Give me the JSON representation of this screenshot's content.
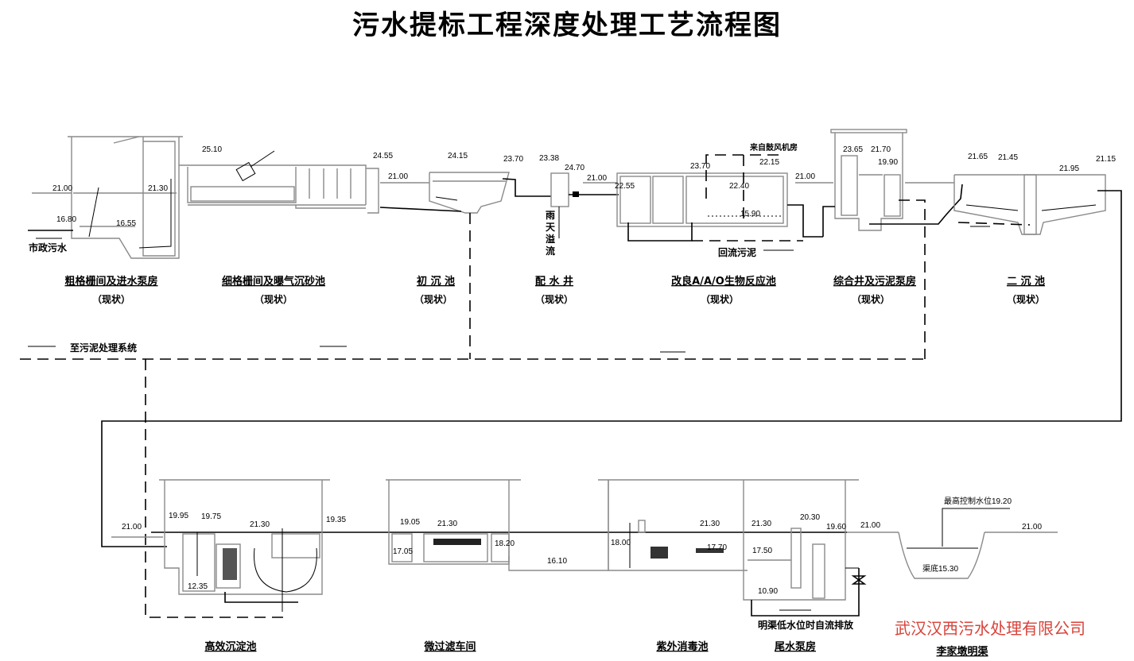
{
  "title": "污水提标工程深度处理工艺流程图",
  "top_units": [
    {
      "name": "粗格栅间及进水泵房",
      "status": "（现状）"
    },
    {
      "name": "细格栅间及曝气沉砂池",
      "status": "（现状）"
    },
    {
      "name": "初 沉 池",
      "status": "（现状）"
    },
    {
      "name": "配 水 井",
      "status": "（现状）"
    },
    {
      "name": "改良A/A/O生物反应池",
      "status": "（现状）"
    },
    {
      "name": "综合井及污泥泵房",
      "status": "（现状）"
    },
    {
      "name": "二 沉 池",
      "status": "（现状）"
    }
  ],
  "bottom_units": [
    {
      "name": "高效沉淀池"
    },
    {
      "name": "微过滤车间"
    },
    {
      "name": "紫外消毒池"
    },
    {
      "name": "尾水泵房"
    },
    {
      "name": "李家墩明渠"
    }
  ],
  "labels": {
    "municipal_sewage": "市政污水",
    "rain_overflow": [
      "雨",
      "天",
      "溢",
      "流"
    ],
    "from_blower": "来自鼓风机房",
    "return_sludge": "回流污泥",
    "to_sludge": "至污泥处理系统",
    "gravity_discharge": "明渠低水位时自流排放"
  },
  "elevations": [
    "21.00",
    "16.80",
    "21.30",
    "16.55",
    "25.10",
    "24.55",
    "21.00",
    "24.15",
    "23.70",
    "23.38",
    "24.70",
    "21.00",
    "23.70",
    "22.55",
    "22.40",
    "15.90",
    "22.15",
    "21.00",
    "23.65",
    "21.70",
    "19.90",
    "21.65",
    "21.45",
    "21.95",
    "21.15",
    "21.00",
    "19.95",
    "19.75",
    "21.30",
    "19.35",
    "12.35",
    "19.05",
    "21.30",
    "17.05",
    "18.20",
    "16.10",
    "18.00",
    "21.30",
    "17.70",
    "21.30",
    "17.50",
    "10.90",
    "20.30",
    "19.60",
    "21.00",
    "21.00",
    "最高控制水位19.20",
    "渠底15.30"
  ],
  "watermark": "武汉汉西污水处理有限公司",
  "colors": {
    "line": "#000000",
    "structure": "#8a8a8a",
    "watermark": "#d9433a"
  }
}
